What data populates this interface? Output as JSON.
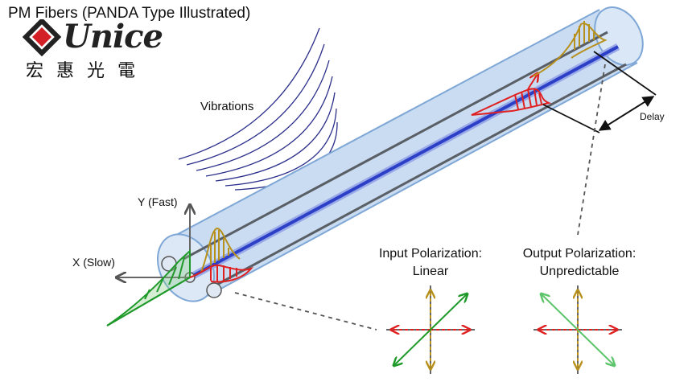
{
  "title": "PM Fibers (PANDA Type Illustrated)",
  "logo": {
    "wordmark": "Unice",
    "chinese": "宏惠光電"
  },
  "labels": {
    "vibrations": "Vibrations",
    "y_axis": "Y (Fast)",
    "x_axis": "X (Slow)",
    "delay": "Delay"
  },
  "input_polarization": {
    "line1": "Input Polarization:",
    "line2": "Linear"
  },
  "output_polarization": {
    "line1": "Output Polarization:",
    "line2": "Unpredictable"
  },
  "colors": {
    "fiber_cladding": "#c9dcf2",
    "fiber_outline": "#7fa7d6",
    "core": "#2b3fc7",
    "fast_wave": "#b8901c",
    "slow_wave": "#e02020",
    "input_wave": "#1f9a2a",
    "vibration_lines": "#2a2f8a",
    "logo_red": "#d32027"
  }
}
